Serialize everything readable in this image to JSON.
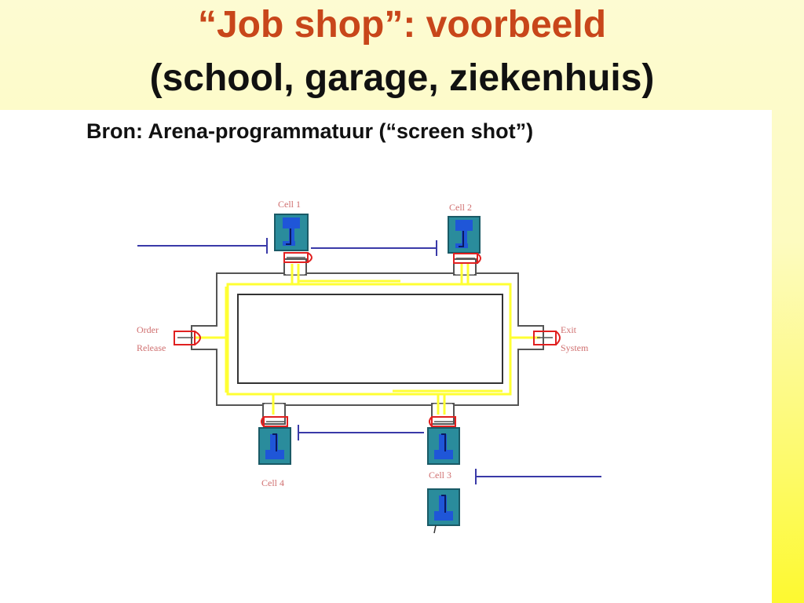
{
  "slide": {
    "title_line1": "“Job shop”: voorbeeld",
    "title_line2": "(school, garage, ziekenhuis)",
    "source": "Bron: Arena-programmatuur (“screen shot”)"
  },
  "diagram": {
    "labels": {
      "cell1": "Cell 1",
      "cell2": "Cell 2",
      "cell3": "Cell 3",
      "cell4": "Cell 4",
      "order_line1": "Order",
      "order_line2": "Release",
      "exit_line1": "Exit",
      "exit_line2": "System"
    },
    "colors": {
      "accent_title": "#c8461a",
      "conveyor": "#ffff33",
      "machine": "#2a8c9c",
      "machine_part": "#1f56d8",
      "queue_line": "#3a3aa8",
      "station": "#e02020"
    }
  }
}
